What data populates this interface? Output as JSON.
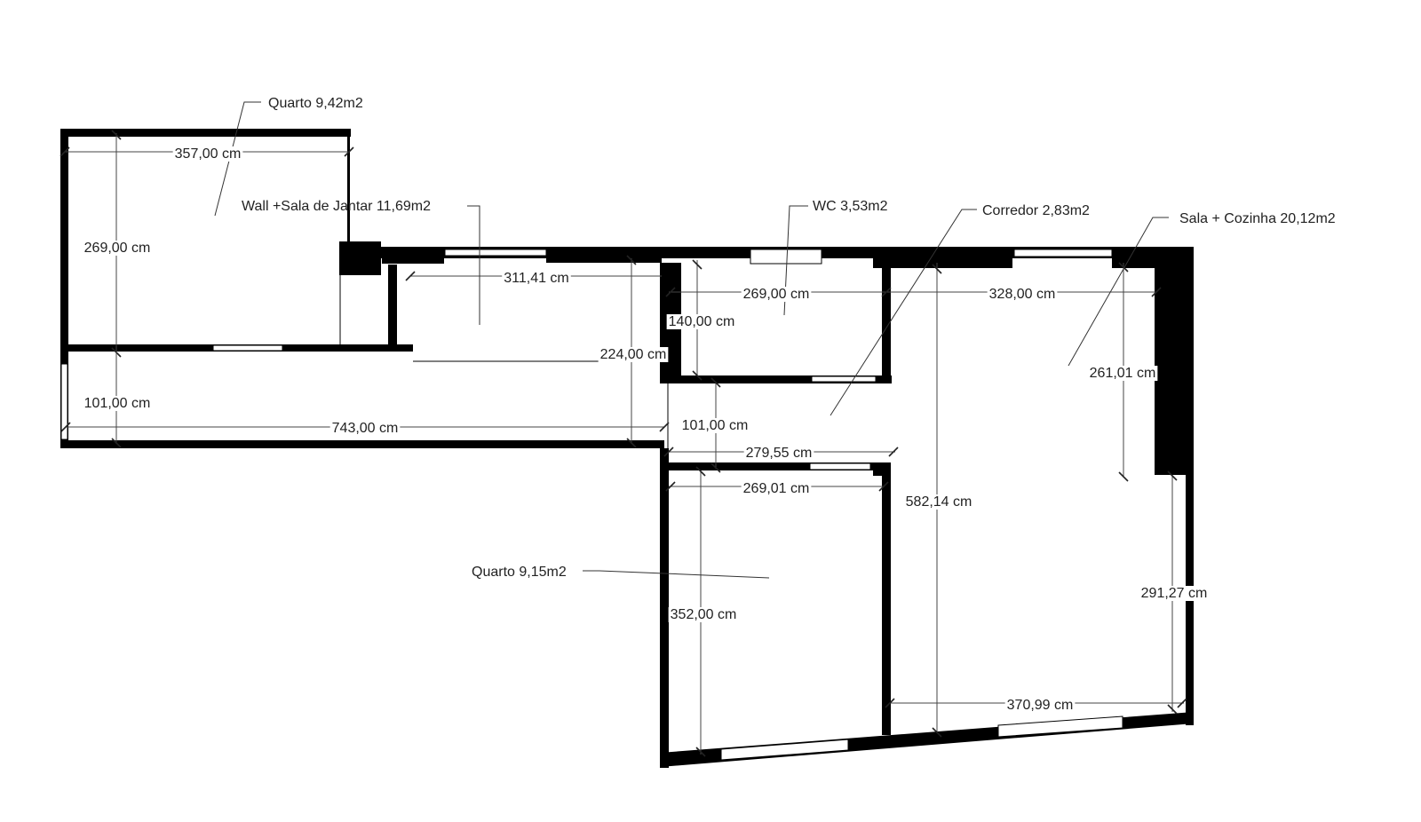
{
  "rooms": [
    {
      "id": "quarto-1",
      "label": "Quarto 9,42m2"
    },
    {
      "id": "sala-jantar",
      "label": "Wall +Sala de Jantar 11,69m2"
    },
    {
      "id": "wc",
      "label": "WC 3,53m2"
    },
    {
      "id": "corredor",
      "label": "Corredor 2,83m2"
    },
    {
      "id": "sala-cozinha",
      "label": "Sala + Cozinha 20,12m2"
    },
    {
      "id": "quarto-2",
      "label": "Quarto 9,15m2"
    }
  ],
  "dimensions": [
    {
      "id": "d357",
      "label": "357,00 cm"
    },
    {
      "id": "d269a",
      "label": "269,00 cm"
    },
    {
      "id": "d311",
      "label": "311,41 cm"
    },
    {
      "id": "d269b",
      "label": "269,00 cm"
    },
    {
      "id": "d328",
      "label": "328,00 cm"
    },
    {
      "id": "d140",
      "label": "140,00 cm"
    },
    {
      "id": "d224",
      "label": "224,00 cm"
    },
    {
      "id": "d261",
      "label": "261,01 cm"
    },
    {
      "id": "d101a",
      "label": "101,00 cm"
    },
    {
      "id": "d743",
      "label": "743,00 cm"
    },
    {
      "id": "d101b",
      "label": "101,00 cm"
    },
    {
      "id": "d279",
      "label": "279,55 cm"
    },
    {
      "id": "d269c",
      "label": "269,01 cm"
    },
    {
      "id": "d582",
      "label": "582,14 cm"
    },
    {
      "id": "d352",
      "label": "352,00 cm"
    },
    {
      "id": "d291",
      "label": "291,27 cm"
    },
    {
      "id": "d370",
      "label": "370,99 cm"
    }
  ]
}
